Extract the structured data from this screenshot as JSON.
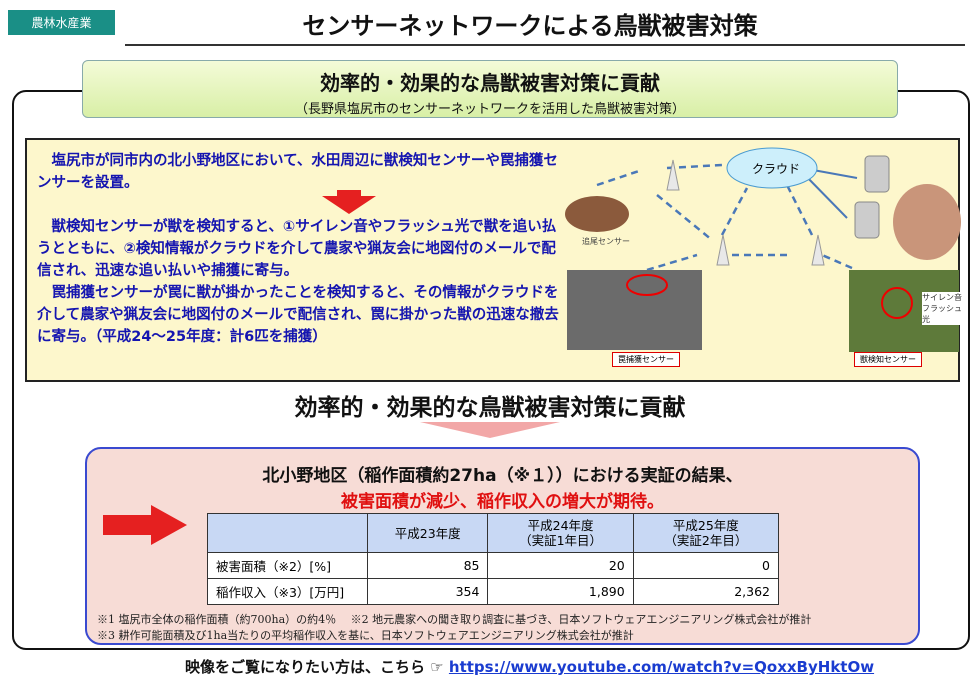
{
  "header": {
    "tag": "農林水産業",
    "title": "センサーネットワークによる鳥獣被害対策"
  },
  "banner": {
    "title": "効率的・効果的な鳥獣被害対策に貢献",
    "subtitle": "（長野県塩尻市のセンサーネットワークを活用した鳥獣被害対策）"
  },
  "body": {
    "p1": "塩尻市が同市内の北小野地区において、水田周辺に獣検知センサーや罠捕獲センサーを設置。",
    "p2": "獣検知センサーが獣を検知すると、①サイレン音やフラッシュ光で獣を追い払うとともに、②検知情報がクラウドを介して農家や猟友会に地図付のメールで配信され、迅速な追い払いや捕獲に寄与。",
    "p3": "罠捕獲センサーが罠に獣が掛かったことを検知すると、その情報がクラウドを介して農家や猟友会に地図付のメールで配信され、罠に掛かった獣の迅速な撤去に寄与。（平成24～25年度：計6匹を捕獲）"
  },
  "diagram": {
    "cloud": "クラウド",
    "tracking": "追尾センサー",
    "trap": "罠捕獲センサー",
    "detect": "獣検知センサー",
    "siren": "サイレン音",
    "flash": "フラッシュ光"
  },
  "mid_heading": "効率的・効果的な鳥獣被害対策に貢献",
  "result": {
    "line1": "北小野地区（稲作面積約27ha（※１））における実証の結果、",
    "line2": "被害面積が減少、稲作収入の増大が期待。",
    "table": {
      "headers": [
        [
          "平成23年度",
          ""
        ],
        [
          "平成24年度",
          "（実証1年目）"
        ],
        [
          "平成25年度",
          "（実証2年目）"
        ]
      ],
      "rows": [
        {
          "label": "被害面積（※2）[%]",
          "values": [
            "85",
            "20",
            "0"
          ]
        },
        {
          "label": "稲作収入（※3）[万円]",
          "values": [
            "354",
            "1,890",
            "2,362"
          ]
        }
      ]
    },
    "note1": "※1  塩尻市全体の稲作面積（約700ha）の約4％　 ※2  地元農家への聞き取り調査に基づき、日本ソフトウェアエンジニアリング株式会社が推計",
    "note2": "※3  耕作可能面積及び1ha当たりの平均稲作収入を基に、日本ソフトウェアエンジニアリング株式会社が推計"
  },
  "footer": {
    "text": "映像をご覧になりたい方は、こちら ☞ ",
    "link": "https://www.youtube.com/watch?v=QoxxByHktOw"
  }
}
